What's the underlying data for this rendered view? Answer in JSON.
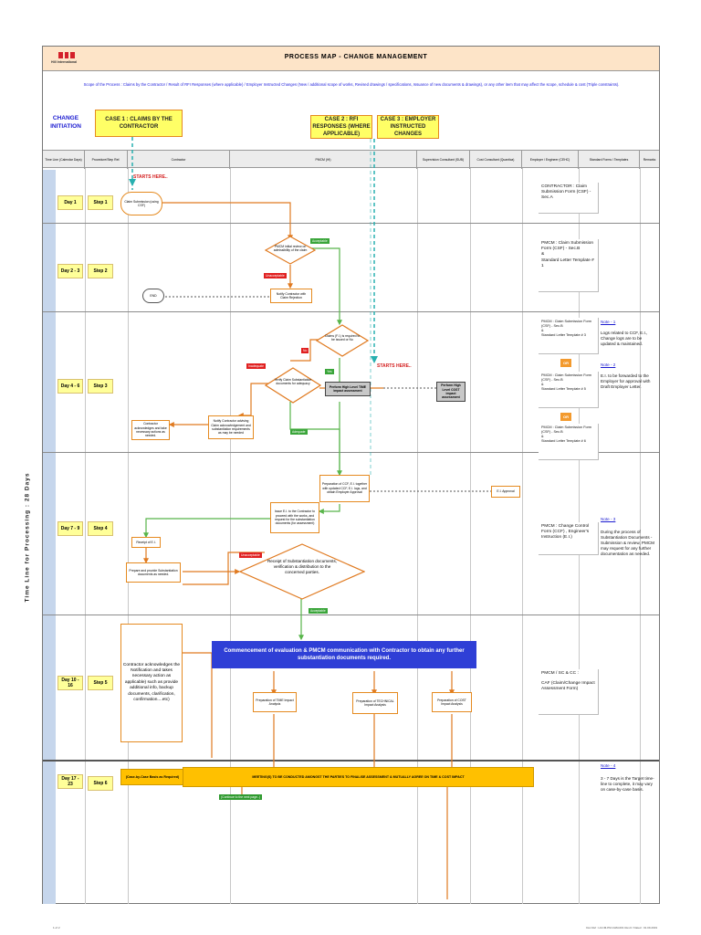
{
  "header": {
    "logo_text": "Hill International",
    "title": "PROCESS MAP - CHANGE MANAGEMENT",
    "scope": "Scope of the Process : Claims by the Contractor / Result of RFI Responses (where applicable) / Employer Instructed Changes (New / additional scope of works, Revised drawings / specifications, Issuance of new documents & drawings), or any other item that may affect the scope, schedule & cost (Triple constraints)."
  },
  "change_initiation": "CHANGE INITIATION",
  "cases": {
    "case1": "CASE 1 : CLAIMS BY THE CONTRACTOR",
    "case2": "CASE 2 : RFI RESPONSES (WHERE APPLICABLE)",
    "case3": "CASE 3 : EMPLOYER INSTRUCTED CHANGES"
  },
  "columns": [
    "Time Line (Calendar Days)",
    "Procedure/Step Ref.",
    "Contractor",
    "PMCM (HI)",
    "Supervision Consultant (SUB)",
    "Cost Consultant (Quantica)",
    "Employer / Engineer (CEHC)",
    "Standard Forms / Templates",
    "Remarks"
  ],
  "timeline_label": "Time Line for Processing : 28 Days",
  "rows": [
    {
      "day": "Day 1",
      "step": "Step 1"
    },
    {
      "day": "Day 2 - 3",
      "step": "Step 2"
    },
    {
      "day": "Day 4 - 6",
      "step": "Step 3"
    },
    {
      "day": "Day 7 - 9",
      "step": "Step 4"
    },
    {
      "day": "Day 10 - 16",
      "step": "Step 5"
    },
    {
      "day": "Day 17 - 23",
      "step": "Step 6"
    }
  ],
  "forms": {
    "f1": "CONTRACTOR : Claim Submission Form (CSF) - Sec.A",
    "f2a": "PMCM : Claim Submission Form (CSF) - Sec.B",
    "f2b": "&",
    "f2c": "Standard Letter Template # 1",
    "f3a": "PMCM : Claim Submission Form (CSF) - Sec.B",
    "f3b": "&",
    "f3c": "Standard Letter Template # 3",
    "f3d": "PMCM : Claim Submission Form (CSF) - Sec.B",
    "f3e": "&",
    "f3f": "Standard Letter Template # 5",
    "f3g": "PMCM : Claim Submission Form (CSF) - Sec.B",
    "f3h": "&",
    "f3i": "Standard Letter Template # 6",
    "or1": "OR",
    "or2": "OR",
    "f4": "PMCM : Change Control Form (CCF) , Engineer's Instruction (E.I.)",
    "f5a": "PMCM / SC & CC :",
    "f5b": "CAF (Claim/Change Impact Assessment Form)"
  },
  "notes": {
    "n1_title": "Note - 1",
    "n1": "Logs related to CCF, E.I., Change logs are to be updated & maintained.",
    "n2_title": "Note - 2",
    "n2": "E.I. to be forwarded to the Employer for approval with Draft Employer Letter.",
    "n3_title": "Note - 3",
    "n3": "During the process of Substantiation Documents - Submission & review, PMCM may request for any further documentation as needed.",
    "n4_title": "Note - 4",
    "n4": "3 - 7 Days is the Target time-line to complete, it may vary on case-by-case basis."
  },
  "flow": {
    "starts_here_1": "STARTS HERE..",
    "starts_here_2": "STARTS HERE..",
    "claim_submission": "Claim Submission (using CSF)",
    "pmcm_initial_review": "PMCM initial review on admissibility of the claim",
    "acceptable_1": "Acceptable",
    "unacceptable_1": "Unacceptable",
    "notify_contractor": "Notify Contractor with Claim Rejection",
    "end": "END",
    "is_rfi_required": "Claims (F.I.) is required to be issued or No",
    "no": "No",
    "yes": "Yes",
    "inadequate": "Inadequate",
    "verify_claim": "Verify Claim Substantiation documents for adequacy",
    "perform_time": "Perform High Level TIME impact assessment",
    "perform_cost": "Perform High Level COST impact assessment",
    "notify_contractor_ack": "Notify Contractor advising Claim acknowledgement and substantiation requirements as may be needed",
    "contractor_ack": "Contractor acknowledges and take necessary actions as needed.",
    "adequate": "Adequate",
    "prep_ccf": "Preparation of CCF, E.I. together with updated CCF, E.I. logs, and obtain Employer Approval",
    "ei_approval": "E.I. Approval",
    "issue_ei": "Issue E.I. to the Contractor to proceed with the works, and request for the substantiation documents (for assessment)",
    "receipt_ei": "Receipt of E.I.",
    "prepare_docs": "Prepare and provide Substantiation documents as needed.",
    "unacceptable_2": "Unacceptable",
    "receipt_docs": "Receipt of Substantiation documents, verification & distribution to the concerned parties.",
    "acceptable_2": "Acceptable",
    "contractor_step5": "Contractor acknowledges the Notification and takes necessary action as applicable) such as provide additional info, backup documents, clarification, confirmation....etc)",
    "commencement": "Commencement of evaluation & PMCM communication with Contractor to obtain any further substantiation documents required.",
    "prep_time": "Preparation of TIME Impact Analysis",
    "prep_technical": "Preparation of TECHNICAL Impact Analysis",
    "prep_cost": "Preparation of COST Impact Analysis",
    "case_by_case": "(Case-by-Case Basis as Required)",
    "meetings": "MEETING(S) TO BE CONDUCTED AMONGST THE PARTIES TO FINALISE ASSESSMENT & MUTUALLY AGREE ON TIME & COST IMPACT",
    "continue": "(Continue to the next page..)"
  },
  "footer": {
    "left": "1 of 2",
    "right": "Doc Ref : HI-CM-PM-CHM-001 Rev.0 / Dated : 01.09.2019"
  }
}
